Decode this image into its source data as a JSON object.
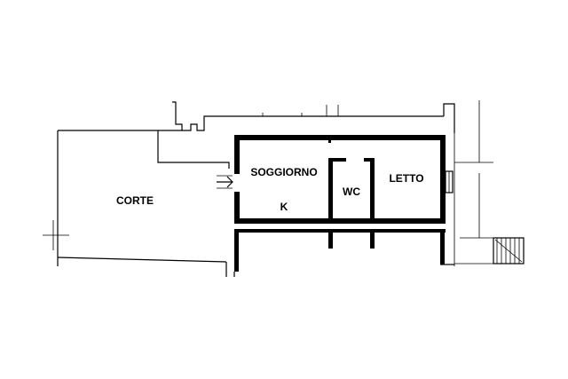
{
  "floor_plan": {
    "rooms": [
      {
        "id": "corte",
        "label": "CORTE"
      },
      {
        "id": "soggiorno",
        "label": "SOGGIORNO"
      },
      {
        "id": "k",
        "label": "K"
      },
      {
        "id": "wc",
        "label": "WC"
      },
      {
        "id": "letto",
        "label": "LETTO"
      }
    ],
    "colors": {
      "line": "#000000",
      "background": "#ffffff"
    }
  }
}
